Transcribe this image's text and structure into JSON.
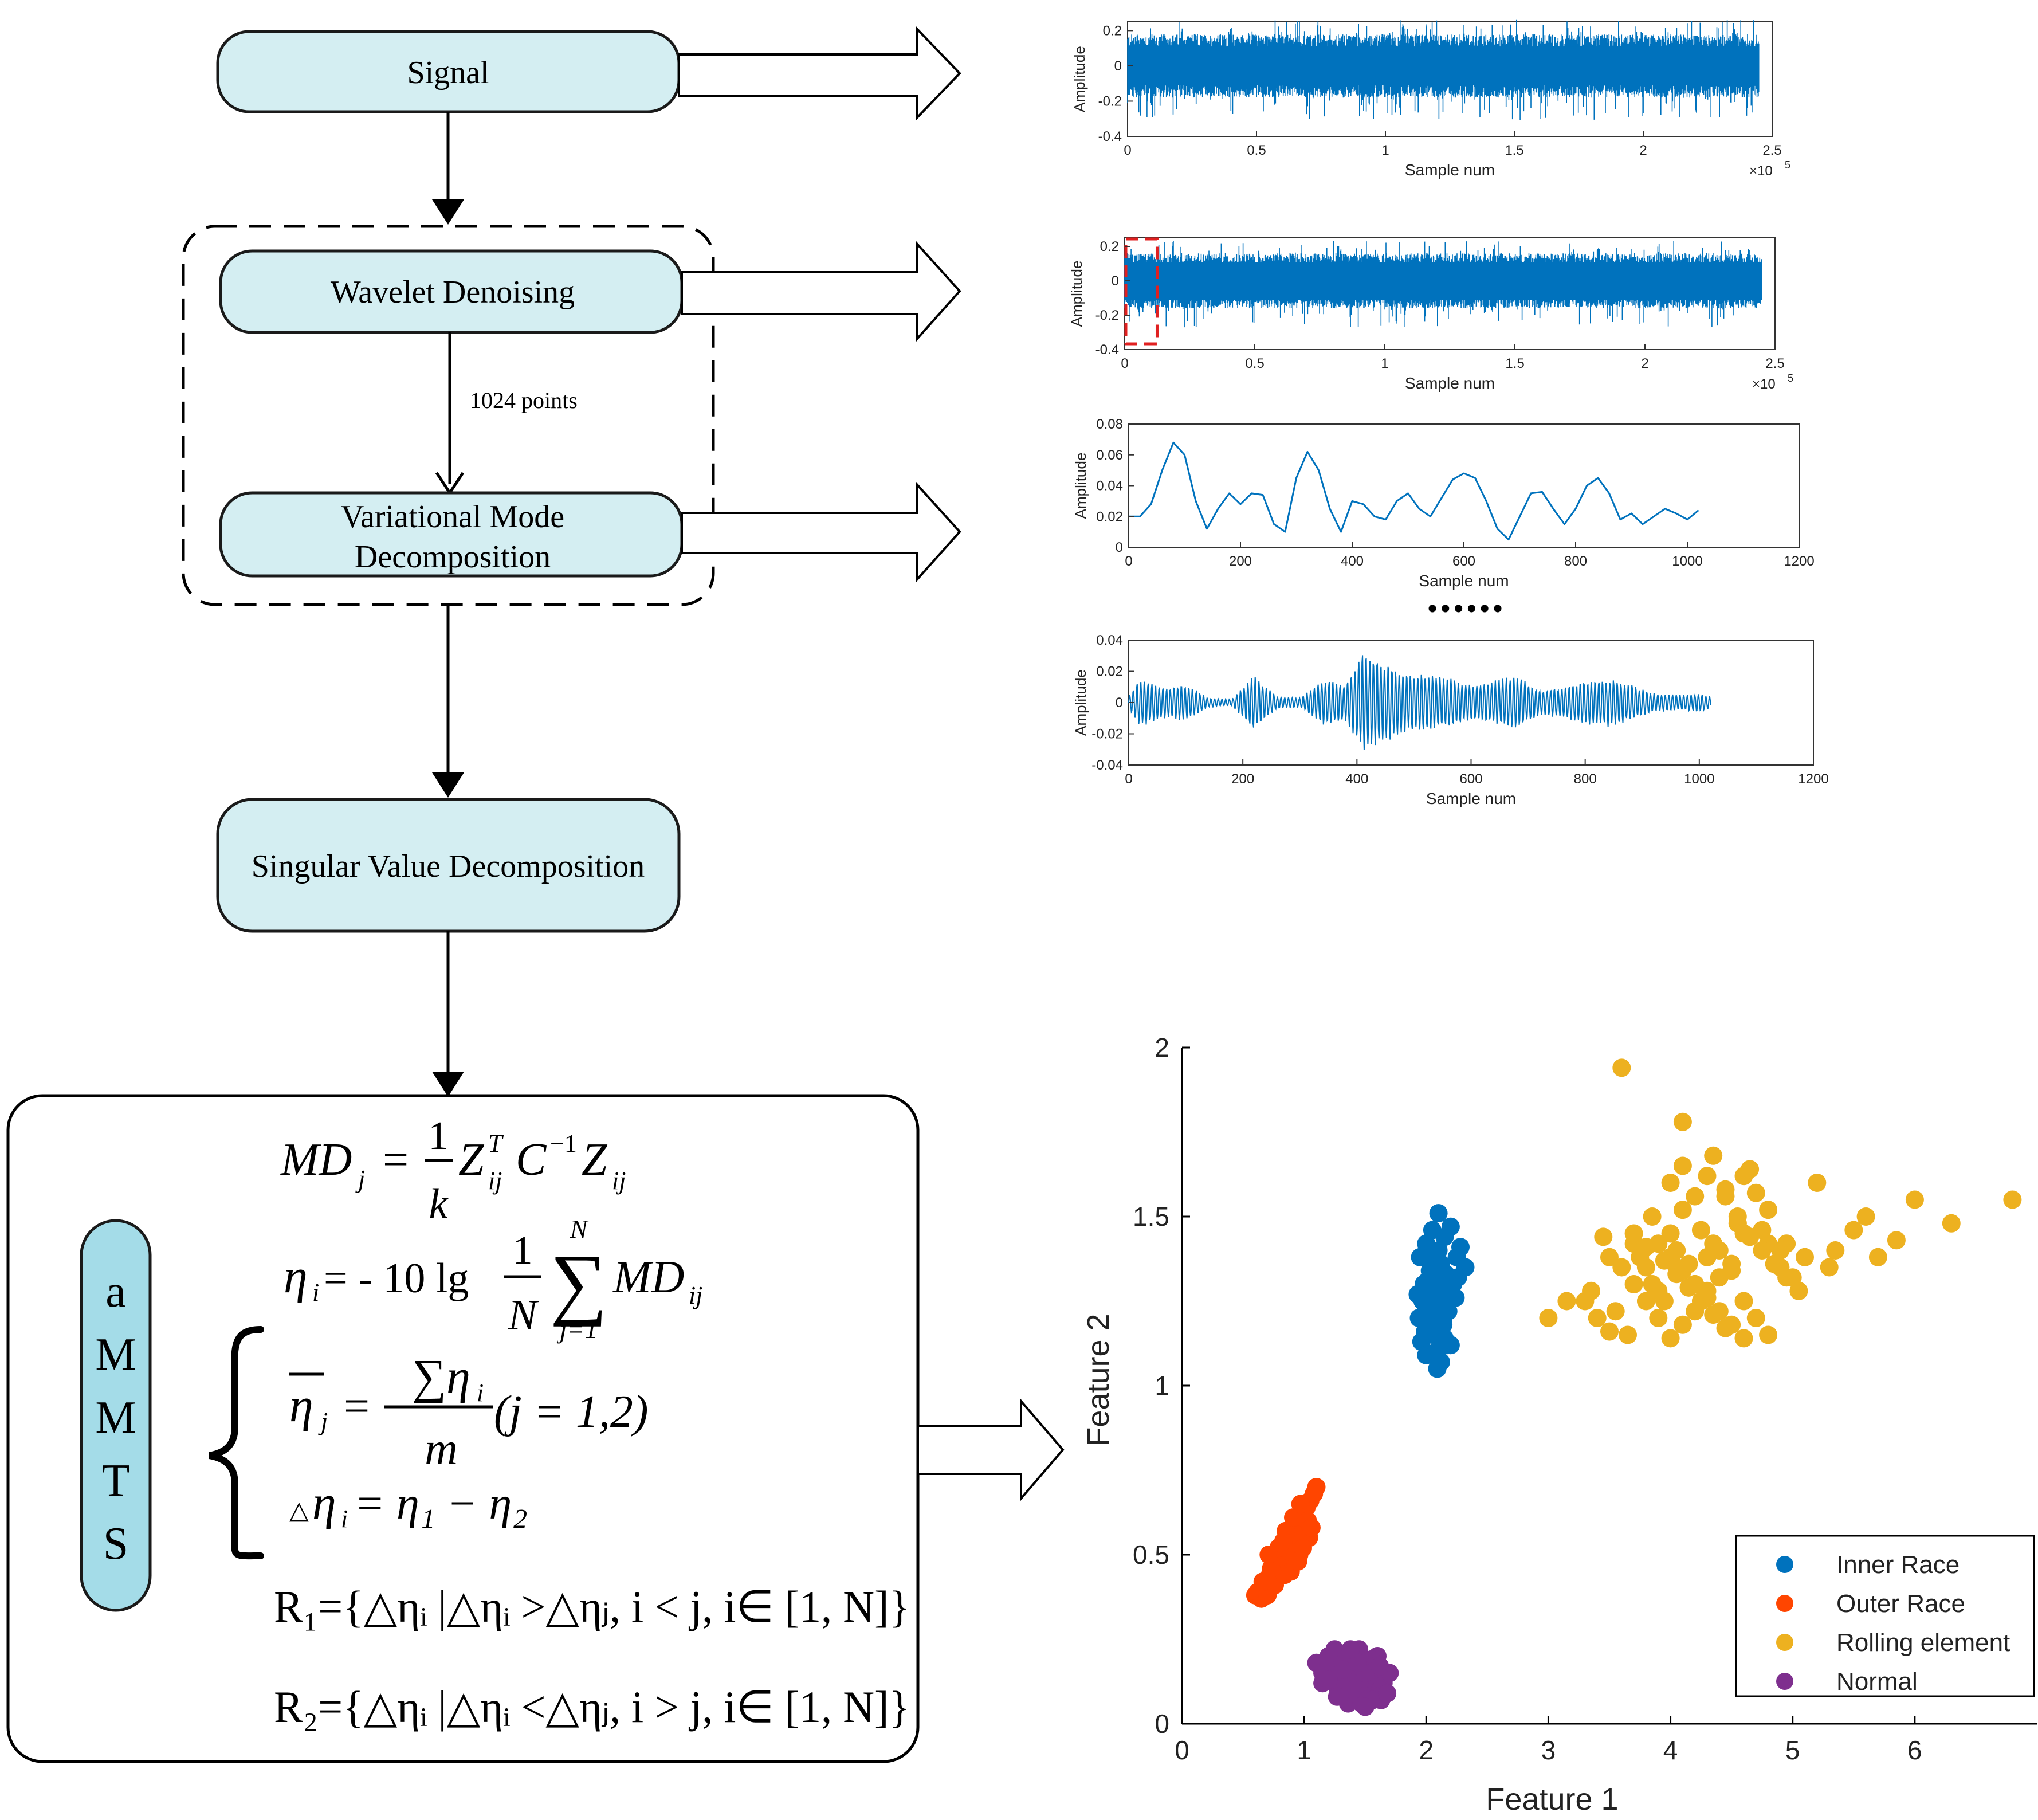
{
  "flow": {
    "signal_label": "Signal",
    "wavelet_label": "Wavelet Denoising",
    "points_label": "1024 points",
    "vmd_label_line1": "Variational Mode",
    "vmd_label_line2": "Decomposition",
    "svd_label": "Singular Value Decomposition",
    "ammts_letters": [
      "a",
      "M",
      "M",
      "T",
      "S"
    ],
    "ellipsis": "••••••"
  },
  "formulas": {
    "f1_lhs": "MD",
    "f1_lhs_sub": "j",
    "f1_eq": "=",
    "f1_num": "1",
    "f1_den": "k",
    "f1_rhs": "Z",
    "f1_rhs_sup": "T",
    "f1_rhs_sub": "ij",
    "f1_c": "C",
    "f1_c_sup": "−1",
    "f1_z2": "Z",
    "f1_z2_sub": "ij",
    "f2_lhs": "η",
    "f2_lhs_sub": "i",
    "f2_mid": "= - 10 lg",
    "f2_num": "1",
    "f2_den": "N",
    "f2_sum": "∑",
    "f2_sum_top": "N",
    "f2_sum_bot": "j=1",
    "f2_rhs": "MD",
    "f2_rhs_sub": "ij",
    "f3_lhs": "η",
    "f3_lhs_sub": "j",
    "f3_eq": "=",
    "f3_num": "∑η",
    "f3_num_sub": "i",
    "f3_den": "m",
    "f3_cond": "(j = 1,2)",
    "f4_delta": "△",
    "f4_lhs": "η",
    "f4_lhs_sub": "i",
    "f4_rhs": "= η₁ − η₂",
    "f5": "R₁={△ηᵢ |△ηᵢ >△ηⱼ, i < j, i∈ [1, N]}",
    "f6": "R₂={△ηᵢ |△ηᵢ <△ηⱼ, i > j, i∈ [1, N]}"
  },
  "signal_plots": [
    {
      "type": "line",
      "xlabel": "Sample num",
      "ylabel": "Amplitude",
      "xticks": [
        "0",
        "0.5",
        "1",
        "1.5",
        "2",
        "2.5"
      ],
      "xtick_values": [
        0,
        0.5,
        1,
        1.5,
        2,
        2.5
      ],
      "xlim": [
        0,
        2.5
      ],
      "yticks": [
        "0.2",
        "0",
        "-0.2",
        "-0.4"
      ],
      "ytick_values": [
        0.2,
        0,
        -0.2,
        -0.4
      ],
      "ylim": [
        -0.4,
        0.25
      ],
      "x_multiplier": "×10",
      "x_multiplier_exp": "5",
      "band": [
        -0.18,
        0.18
      ],
      "x_end": 2.45,
      "color": "#0072BD"
    },
    {
      "type": "line",
      "xlabel": "Sample num",
      "ylabel": "Amplitude",
      "xticks": [
        "0",
        "0.5",
        "1",
        "1.5",
        "2",
        "2.5"
      ],
      "xtick_values": [
        0,
        0.5,
        1,
        1.5,
        2,
        2.5
      ],
      "xlim": [
        0,
        2.5
      ],
      "yticks": [
        "0.2",
        "0",
        "-0.2",
        "-0.4"
      ],
      "ytick_values": [
        0.2,
        0,
        -0.2,
        -0.4
      ],
      "ylim": [
        -0.4,
        0.25
      ],
      "x_multiplier": "×10",
      "x_multiplier_exp": "5",
      "band": [
        -0.16,
        0.16
      ],
      "x_end": 2.45,
      "highlight": [
        0,
        0.12
      ],
      "color": "#0072BD"
    },
    {
      "type": "line",
      "xlabel": "Sample num",
      "ylabel": "Amplitude",
      "xticks": [
        "0",
        "200",
        "400",
        "600",
        "800",
        "1000",
        "1200"
      ],
      "xtick_values": [
        0,
        200,
        400,
        600,
        800,
        1000,
        1200
      ],
      "xlim": [
        0,
        1200
      ],
      "yticks": [
        "0.08",
        "0.06",
        "0.04",
        "0.02",
        "0"
      ],
      "ytick_values": [
        0.08,
        0.06,
        0.04,
        0.02,
        0
      ],
      "ylim": [
        0,
        0.08
      ],
      "x": [
        0,
        20,
        40,
        60,
        80,
        100,
        120,
        140,
        160,
        180,
        200,
        220,
        240,
        260,
        280,
        300,
        320,
        340,
        360,
        380,
        400,
        420,
        440,
        460,
        480,
        500,
        520,
        540,
        560,
        580,
        600,
        620,
        640,
        660,
        680,
        700,
        720,
        740,
        760,
        780,
        800,
        820,
        840,
        860,
        880,
        900,
        920,
        940,
        960,
        980,
        1000,
        1020
      ],
      "y": [
        0.02,
        0.02,
        0.028,
        0.05,
        0.068,
        0.06,
        0.03,
        0.012,
        0.025,
        0.035,
        0.028,
        0.035,
        0.034,
        0.015,
        0.01,
        0.045,
        0.062,
        0.05,
        0.025,
        0.01,
        0.03,
        0.028,
        0.02,
        0.018,
        0.03,
        0.035,
        0.025,
        0.02,
        0.032,
        0.044,
        0.048,
        0.045,
        0.03,
        0.012,
        0.005,
        0.02,
        0.035,
        0.036,
        0.025,
        0.015,
        0.025,
        0.04,
        0.045,
        0.035,
        0.018,
        0.022,
        0.015,
        0.02,
        0.025,
        0.022,
        0.018,
        0.024
      ],
      "color": "#0072BD"
    },
    {
      "type": "line",
      "xlabel": "Sample num",
      "ylabel": "Amplitude",
      "xticks": [
        "0",
        "200",
        "400",
        "600",
        "800",
        "1000",
        "1200"
      ],
      "xtick_values": [
        0,
        200,
        400,
        600,
        800,
        1000,
        1200
      ],
      "xlim": [
        0,
        1200
      ],
      "yticks": [
        "0.04",
        "0.02",
        "0",
        "-0.02",
        "-0.04"
      ],
      "ytick_values": [
        0.04,
        0.02,
        0,
        -0.02,
        -0.04
      ],
      "ylim": [
        -0.04,
        0.04
      ],
      "x_end": 1020,
      "envelope_x": [
        0,
        20,
        60,
        100,
        140,
        180,
        220,
        260,
        300,
        340,
        380,
        410,
        440,
        480,
        520,
        560,
        600,
        640,
        680,
        720,
        760,
        800,
        840,
        880,
        920,
        960,
        1000,
        1020
      ],
      "envelope_a": [
        0.004,
        0.016,
        0.01,
        0.012,
        0.003,
        0.002,
        0.018,
        0.004,
        0.003,
        0.015,
        0.012,
        0.033,
        0.028,
        0.02,
        0.018,
        0.016,
        0.012,
        0.014,
        0.018,
        0.008,
        0.01,
        0.014,
        0.016,
        0.012,
        0.006,
        0.005,
        0.006,
        0.004
      ],
      "color": "#0072BD"
    }
  ],
  "chart_data": {
    "type": "scatter",
    "xlabel": "Feature 1",
    "ylabel": "Feature 2",
    "xlim": [
      0,
      7
    ],
    "ylim": [
      0,
      2
    ],
    "xticks": [
      "0",
      "1",
      "2",
      "3",
      "4",
      "5",
      "6"
    ],
    "xtick_values": [
      0,
      1,
      2,
      3,
      4,
      5,
      6
    ],
    "yticks": [
      "0",
      "0.5",
      "1",
      "1.5",
      "2"
    ],
    "ytick_values": [
      0,
      0.5,
      1,
      1.5,
      2
    ],
    "legend_placement": "bottom-right",
    "series": [
      {
        "name": "Inner Race",
        "color": "#0072BD",
        "x": [
          2.1,
          2.05,
          2.0,
          1.95,
          2.15,
          2.2,
          2.05,
          1.98,
          2.1,
          2.25,
          2.12,
          2.0,
          1.93,
          2.08,
          2.18,
          2.02,
          2.14,
          2.06,
          1.96,
          2.22,
          2.1,
          2.04,
          2.16,
          1.99,
          2.08,
          2.12,
          2.2,
          2.0,
          2.06,
          2.1,
          2.03,
          1.97,
          2.14,
          2.09,
          2.18,
          2.05,
          2.32,
          2.28,
          2.12,
          2.01,
          2.24,
          2.07,
          1.94,
          2.15,
          2.11,
          2.04,
          2.19,
          2.0,
          2.08,
          2.13,
          2.26,
          1.99,
          2.06,
          2.1,
          2.17,
          2.02
        ],
        "y": [
          1.51,
          1.46,
          1.42,
          1.38,
          1.44,
          1.47,
          1.35,
          1.3,
          1.32,
          1.38,
          1.28,
          1.24,
          1.27,
          1.22,
          1.25,
          1.18,
          1.2,
          1.15,
          1.13,
          1.3,
          1.26,
          1.2,
          1.33,
          1.16,
          1.1,
          1.07,
          1.12,
          1.22,
          1.28,
          1.4,
          1.34,
          1.25,
          1.18,
          1.05,
          1.22,
          1.29,
          1.35,
          1.41,
          1.36,
          1.31,
          1.26,
          1.24,
          1.2,
          1.14,
          1.19,
          1.37,
          1.28,
          1.09,
          1.17,
          1.23,
          1.32,
          1.21,
          1.33,
          1.27,
          1.12,
          1.39
        ]
      },
      {
        "name": "Outer Race",
        "color": "#FF4500",
        "x": [
          0.6,
          0.65,
          0.7,
          0.75,
          0.8,
          0.85,
          0.9,
          0.95,
          1.0,
          1.05,
          1.1,
          0.72,
          0.78,
          0.82,
          0.88,
          0.92,
          0.98,
          1.02,
          0.68,
          0.74,
          0.86,
          0.94,
          1.08,
          0.62,
          0.7,
          0.76,
          0.84,
          0.9,
          0.96,
          1.04,
          0.8,
          0.88,
          0.93,
          0.99,
          0.66,
          0.73,
          0.79,
          0.85,
          0.91,
          0.97,
          1.03,
          0.71,
          0.83,
          0.89,
          0.95,
          1.06
        ],
        "y": [
          0.38,
          0.37,
          0.4,
          0.42,
          0.45,
          0.48,
          0.52,
          0.57,
          0.62,
          0.66,
          0.7,
          0.44,
          0.47,
          0.5,
          0.55,
          0.58,
          0.6,
          0.64,
          0.4,
          0.43,
          0.46,
          0.53,
          0.68,
          0.39,
          0.38,
          0.41,
          0.44,
          0.47,
          0.5,
          0.55,
          0.49,
          0.51,
          0.56,
          0.52,
          0.42,
          0.46,
          0.52,
          0.57,
          0.61,
          0.65,
          0.6,
          0.5,
          0.54,
          0.45,
          0.48,
          0.58
        ]
      },
      {
        "name": "Rolling element",
        "color": "#EDB120",
        "x": [
          3.6,
          4.1,
          3.0,
          3.15,
          3.3,
          3.4,
          3.5,
          3.55,
          3.65,
          3.7,
          3.75,
          3.8,
          3.85,
          3.9,
          3.95,
          4.0,
          4.05,
          4.1,
          4.15,
          4.2,
          4.25,
          4.3,
          4.35,
          4.4,
          4.45,
          4.5,
          4.55,
          4.6,
          4.65,
          4.7,
          4.8,
          4.9,
          5.0,
          5.1,
          5.2,
          5.35,
          5.5,
          5.6,
          5.7,
          5.85,
          6.0,
          6.3,
          6.8,
          3.45,
          3.6,
          3.7,
          3.8,
          3.9,
          4.0,
          4.1,
          4.2,
          4.3,
          4.4,
          4.5,
          4.6,
          4.7,
          4.8,
          3.9,
          4.0,
          4.1,
          4.2,
          4.3,
          4.4,
          4.5,
          4.6,
          3.7,
          3.8,
          3.95,
          4.05,
          4.15,
          4.25,
          4.35,
          4.45,
          4.55,
          4.65,
          4.75,
          4.85,
          4.95,
          5.05,
          4.0,
          4.2,
          4.35,
          4.55,
          4.75,
          4.95,
          3.5,
          3.85,
          4.1,
          4.3,
          4.6,
          4.9,
          5.3,
          3.35,
          4.05,
          4.45,
          4.8
        ],
        "y": [
          1.94,
          1.78,
          1.2,
          1.25,
          1.25,
          1.2,
          1.16,
          1.22,
          1.15,
          1.42,
          1.38,
          1.35,
          1.3,
          1.28,
          1.25,
          1.45,
          1.4,
          1.52,
          1.36,
          1.3,
          1.46,
          1.38,
          1.42,
          1.4,
          1.56,
          1.34,
          1.48,
          1.62,
          1.64,
          1.57,
          1.42,
          1.35,
          1.32,
          1.38,
          1.6,
          1.4,
          1.46,
          1.5,
          1.38,
          1.43,
          1.55,
          1.48,
          1.55,
          1.44,
          1.35,
          1.3,
          1.25,
          1.2,
          1.14,
          1.18,
          1.22,
          1.28,
          1.32,
          1.36,
          1.25,
          1.2,
          1.15,
          1.42,
          1.38,
          1.34,
          1.3,
          1.26,
          1.22,
          1.18,
          1.14,
          1.45,
          1.41,
          1.37,
          1.33,
          1.29,
          1.25,
          1.21,
          1.17,
          1.48,
          1.44,
          1.4,
          1.36,
          1.32,
          1.28,
          1.6,
          1.56,
          1.68,
          1.5,
          1.46,
          1.42,
          1.38,
          1.5,
          1.65,
          1.62,
          1.45,
          1.4,
          1.35,
          1.28,
          1.35,
          1.58,
          1.52
        ]
      },
      {
        "name": "Normal",
        "color": "#7E2F8E",
        "x": [
          1.1,
          1.15,
          1.2,
          1.25,
          1.3,
          1.35,
          1.4,
          1.45,
          1.5,
          1.55,
          1.6,
          1.65,
          1.7,
          1.15,
          1.22,
          1.28,
          1.33,
          1.38,
          1.43,
          1.48,
          1.53,
          1.58,
          1.63,
          1.3,
          1.36,
          1.42,
          1.47,
          1.52,
          1.57,
          1.62,
          1.25,
          1.35,
          1.45,
          1.55,
          1.4,
          1.5,
          1.6,
          1.32,
          1.44,
          1.56,
          1.2,
          1.68,
          1.38,
          1.5,
          1.62,
          1.27
        ],
        "y": [
          0.18,
          0.15,
          0.2,
          0.22,
          0.14,
          0.1,
          0.2,
          0.22,
          0.18,
          0.14,
          0.2,
          0.12,
          0.15,
          0.12,
          0.17,
          0.1,
          0.13,
          0.16,
          0.08,
          0.11,
          0.09,
          0.12,
          0.07,
          0.19,
          0.06,
          0.14,
          0.06,
          0.08,
          0.16,
          0.1,
          0.21,
          0.2,
          0.12,
          0.19,
          0.1,
          0.15,
          0.08,
          0.16,
          0.18,
          0.07,
          0.13,
          0.09,
          0.22,
          0.05,
          0.17,
          0.08
        ]
      }
    ]
  }
}
